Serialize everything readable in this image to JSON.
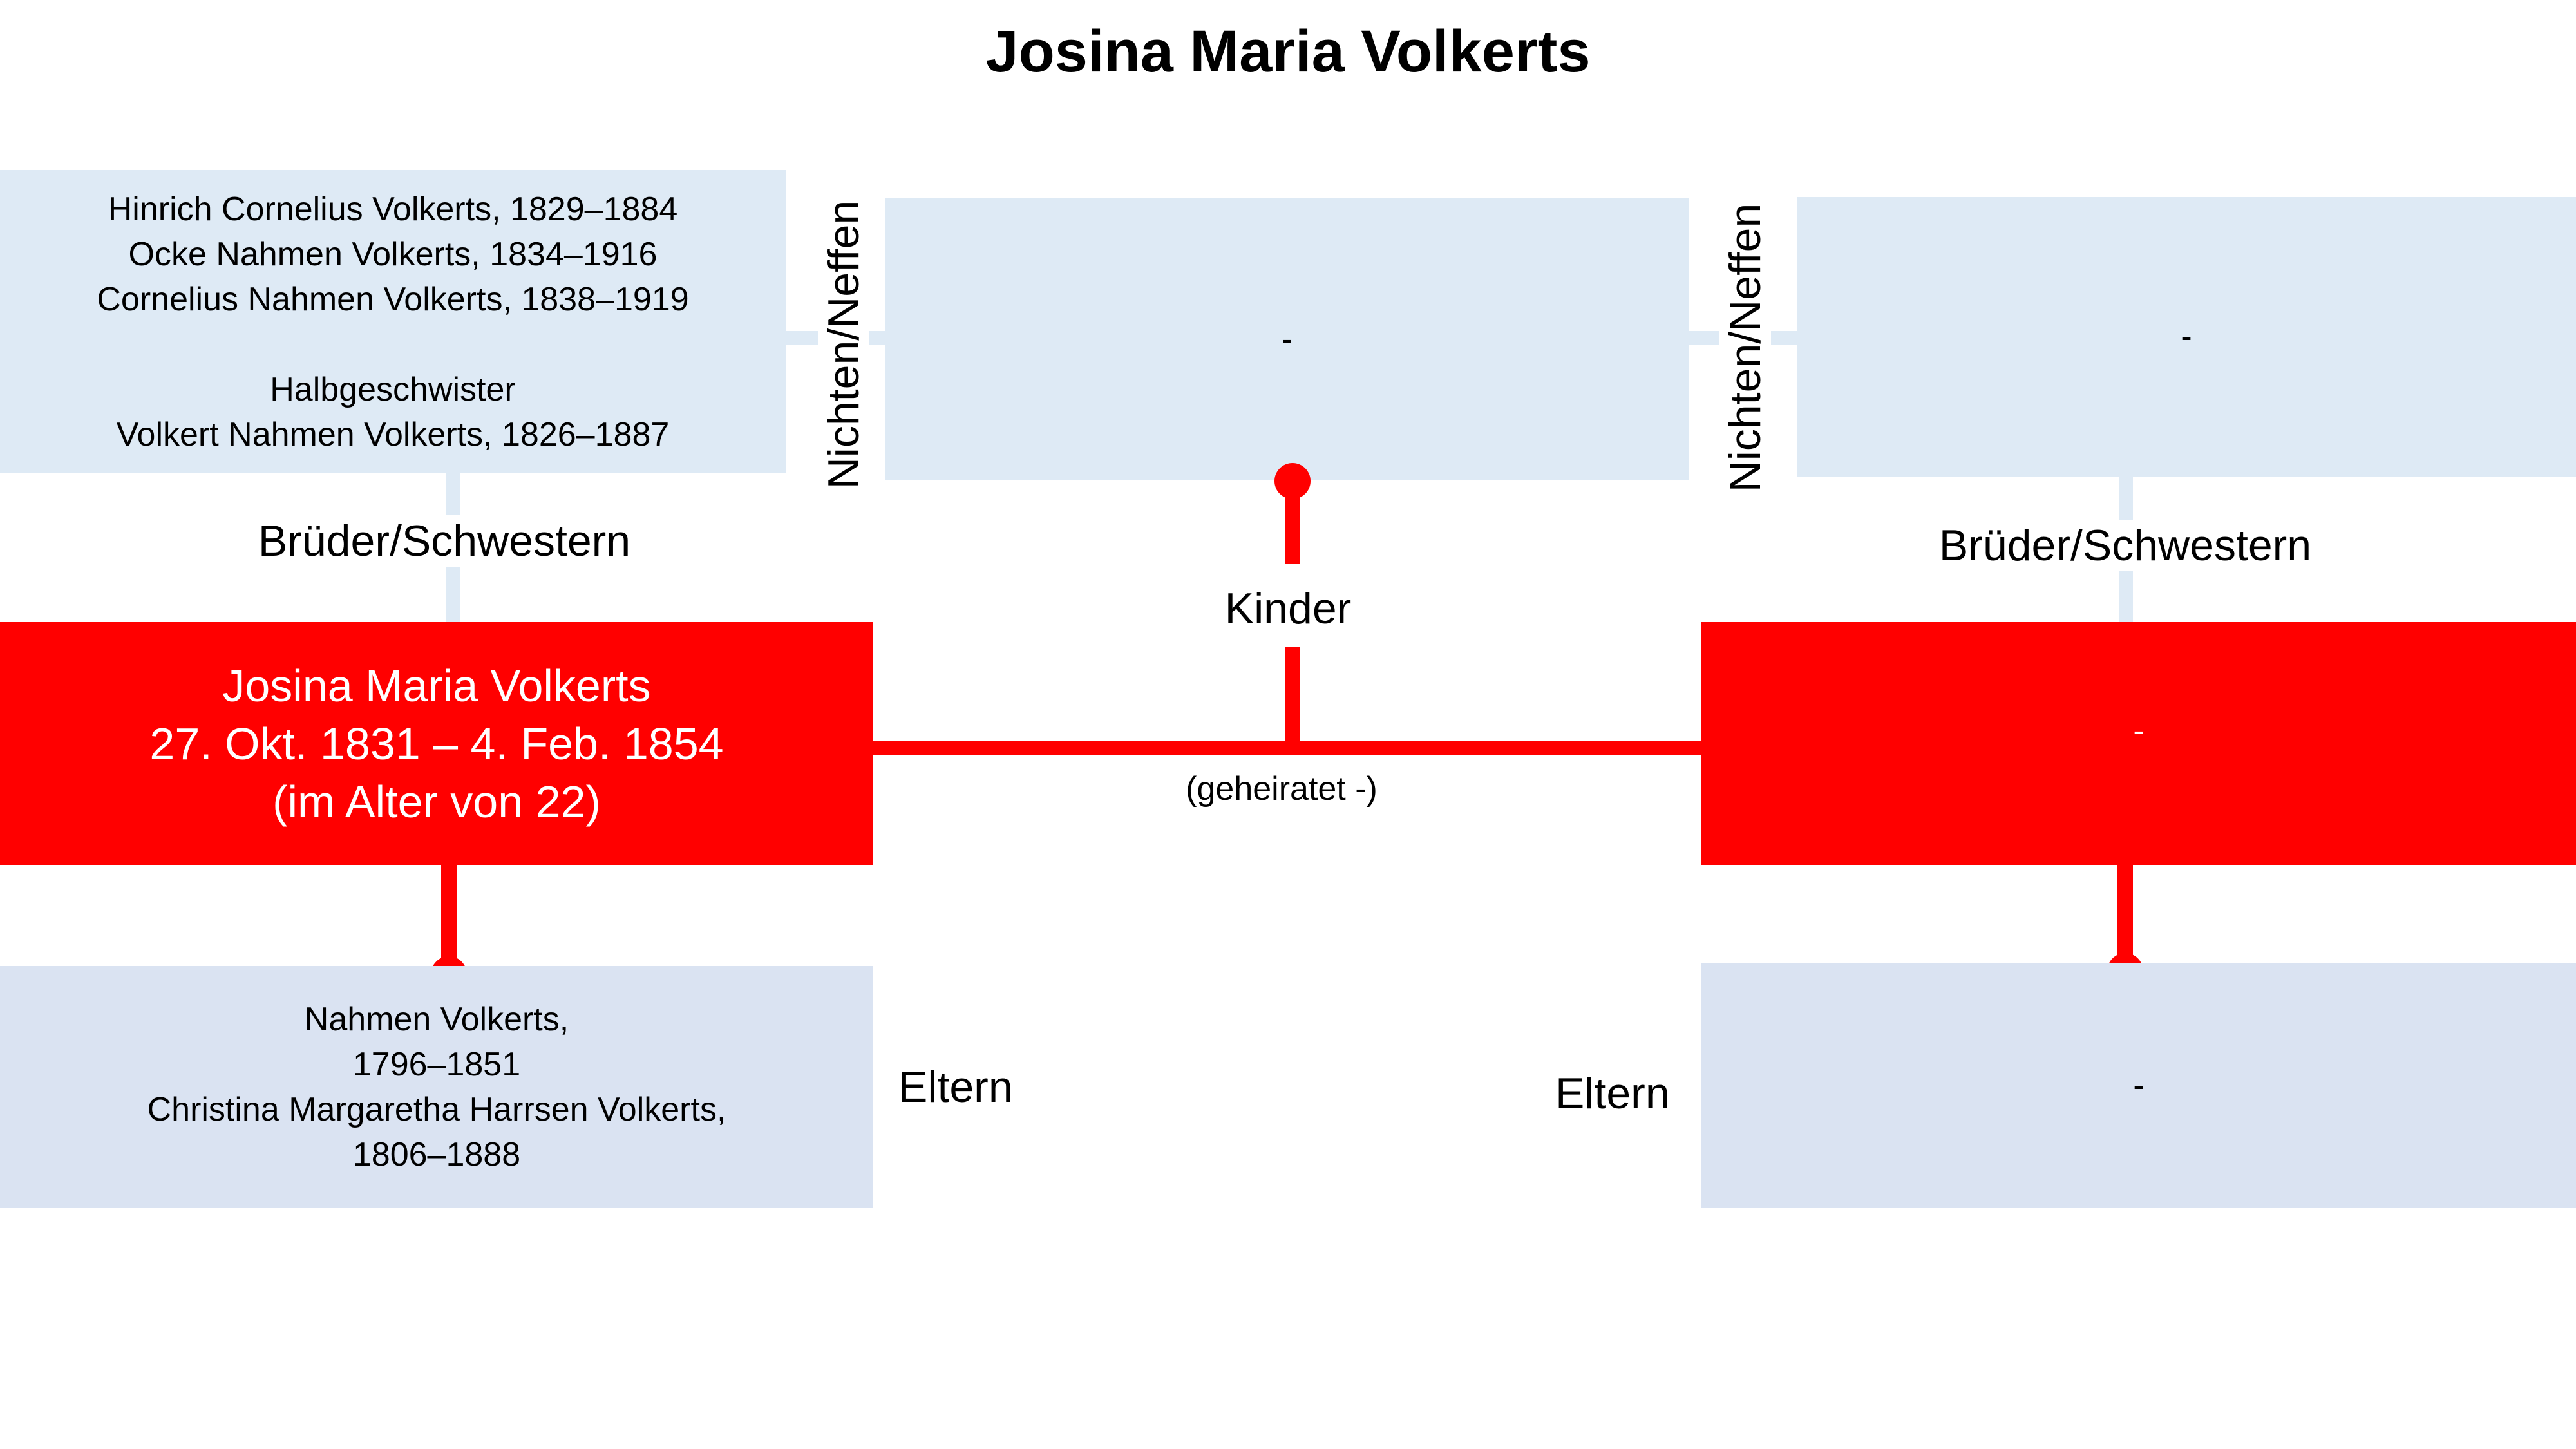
{
  "title": "Josina Maria Volkerts",
  "left": {
    "siblings": {
      "lines": [
        "Hinrich Cornelius Volkerts, 1829–1884",
        "Ocke Nahmen Volkerts, 1834–1916",
        "Cornelius Nahmen Volkerts, 1838–1919"
      ],
      "half_heading": "Halbgeschwister",
      "half_lines": [
        "Volkert Nahmen Volkerts, 1826–1887"
      ]
    },
    "siblings_label": "Brüder/Schwestern",
    "nieces_label": "Nichten/Neffen",
    "person": {
      "name": "Josina Maria Volkerts",
      "dates": "27. Okt. 1831 – 4. Feb. 1854",
      "age": "(im Alter von 22)"
    },
    "parents": {
      "lines": [
        "Nahmen Volkerts,",
        "1796–1851",
        "Christina Margaretha Harrsen Volkerts,",
        "1806–1888"
      ]
    },
    "parents_label": "Eltern"
  },
  "center": {
    "children_box": "-",
    "children_label": "Kinder",
    "married_label": "(geheiratet -)"
  },
  "right": {
    "nieces_label": "Nichten/Neffen",
    "siblings_box": "-",
    "siblings_label": "Brüder/Schwestern",
    "spouse": "-",
    "parents_box": "-",
    "parents_label": "Eltern"
  },
  "colors": {
    "accent": "#ff0000",
    "box_light": "#deeaf5",
    "box_parent": "#dae3f2"
  }
}
